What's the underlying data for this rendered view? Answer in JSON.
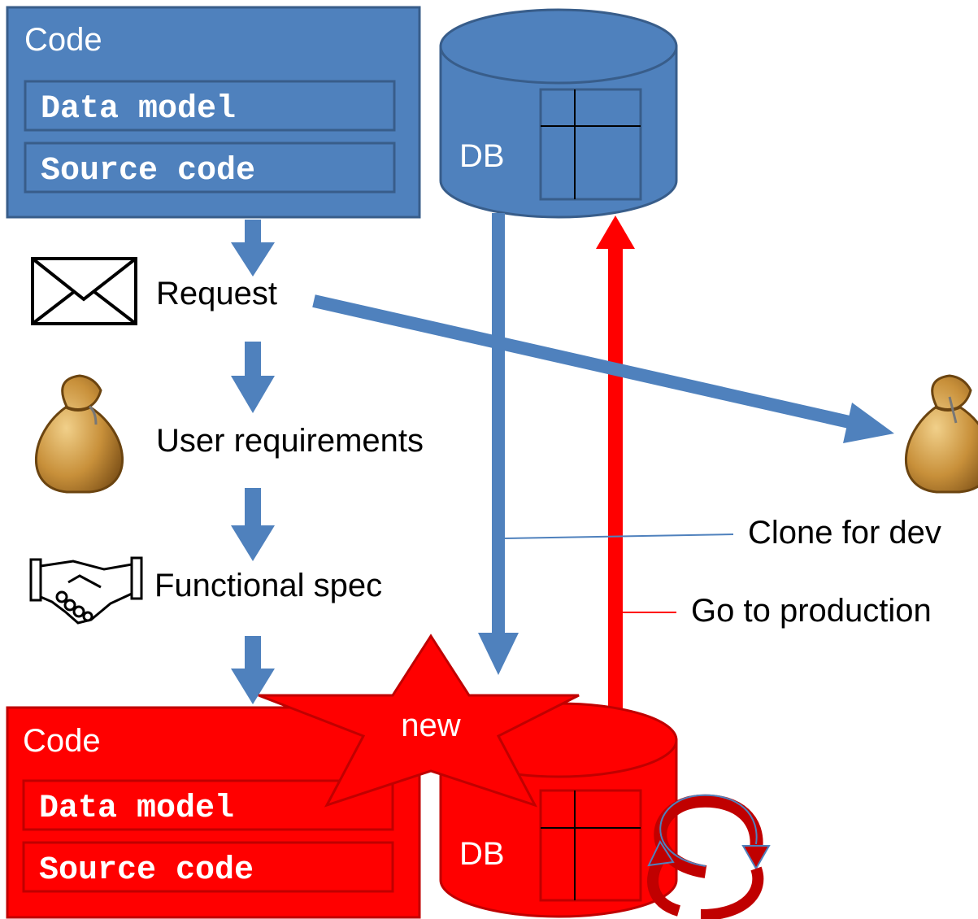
{
  "top_code_box": {
    "title": "Code",
    "data_model_label": "Data model",
    "source_code_label": "Source code"
  },
  "top_db": {
    "label": "DB"
  },
  "bottom_code_box": {
    "title": "Code",
    "data_model_label": "Data model",
    "source_code_label": "Source code"
  },
  "bottom_db": {
    "label": "DB"
  },
  "new_star": {
    "label": "new"
  },
  "steps": {
    "request": "Request",
    "user_requirements": "User requirements",
    "functional_spec": "Functional spec"
  },
  "annotations": {
    "clone": "Clone for dev",
    "production": "Go to production"
  },
  "colors": {
    "blue": "#4f81bd",
    "blue_dark": "#385d8a",
    "red": "#ff0000",
    "red_dark": "#c00000",
    "bag": "#c8903a",
    "bag_dark": "#6b4410"
  },
  "icons": {
    "envelope": "envelope-icon",
    "money_bag": "money-bag-icon",
    "handshake": "handshake-icon",
    "refresh": "refresh-cycle-icon"
  }
}
